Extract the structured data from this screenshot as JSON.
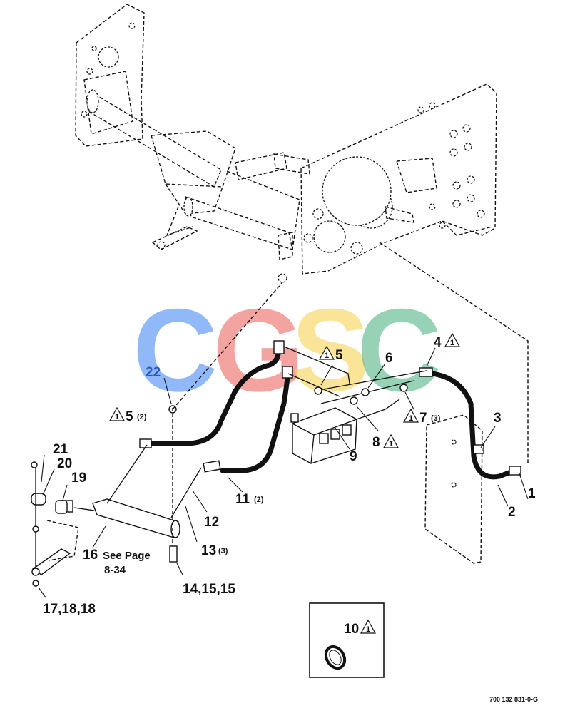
{
  "watermark": {
    "letters": [
      "C",
      "G",
      "S",
      "C"
    ],
    "colors": [
      "#4f8ff7",
      "#ee6e67",
      "#f8d55a",
      "#59b88a"
    ]
  },
  "callouts": {
    "c1": "1",
    "c2": "2",
    "c3": "3",
    "c4": "4",
    "c5a": "5",
    "c5b": "5",
    "c5b_qty": "(2)",
    "c6": "6",
    "c7": "7",
    "c7_qty": "(3)",
    "c8": "8",
    "c9": "9",
    "c10": "10",
    "c11": "11",
    "c11_qty": "(2)",
    "c12": "12",
    "c13": "13",
    "c13_qty": "(3)",
    "c14": "14,15,15",
    "c16": "16",
    "c16_note_line1": "See Page",
    "c16_note_line2": "8-34",
    "c17": "17,18,18",
    "c19": "19",
    "c20": "20",
    "c21": "21",
    "c22": "22",
    "note_glyph": "1"
  },
  "figure_id": "700 132 831-0-G",
  "colors": {
    "line": "#111111",
    "background": "#ffffff"
  }
}
